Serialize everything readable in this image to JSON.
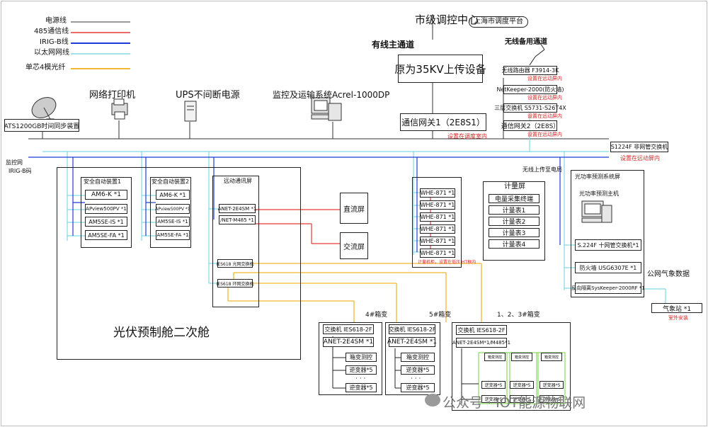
{
  "legend": {
    "items": [
      {
        "label": "电源线",
        "color": "#333333"
      },
      {
        "label": "485通信线",
        "color": "#e53935"
      },
      {
        "label": "IRIG-B线",
        "color": "#1f3bd6"
      },
      {
        "label": "以太网网线",
        "color": "#7fd9e6"
      },
      {
        "label": "单芯4模光纤",
        "color": "#f2b632"
      }
    ]
  },
  "top": {
    "dispatch_center": "市级调控中心",
    "dispatch_platform": "上海市调度平台",
    "wired_channel": "有线主通道",
    "wireless_channel": "无线备用通道",
    "upload_device": "原为35KV上传设备",
    "gateway1": "通信网关1（2E8S1）",
    "gateway1_note": "设置在调度室内",
    "wireless_router": "无线路由器 F3914-3K",
    "netkeeper": "NetKeeper-2000(防火墙)",
    "l3_switch": "三层交换机 S5731-S26T4X",
    "l3_note": "设置在远动屏内",
    "gateway2": "通信网关2（2E8S）",
    "gateway2_note": "设置在远动屏内",
    "router_note": "设置在远动屏内",
    "netkeeper_note": "设置在远动屏内"
  },
  "devices": {
    "printer": "网络打印机",
    "ups": "UPS不间断电源",
    "monitor_system": "监控及运输系统Acrel-1000DP",
    "time_sync": "ATS1200GB时间同步装置",
    "irig_label1": "监控网",
    "irig_label2": "IRIG-B码",
    "s224f": "S1224F 非网管交换机",
    "s224f_note": "设置在远动屏内"
  },
  "cabinet": {
    "title": "光伏预制舱二次舱"
  },
  "safety1": {
    "title": "安全自动装置1",
    "items": [
      "AM6-K *1",
      "APview500PV *1",
      "AM5SE-IS *1",
      "AM5SE-FA *1"
    ]
  },
  "safety2": {
    "title": "安全自动装置2",
    "items": [
      "AM6-K *1",
      "APview500PV *1",
      "AM5SE-IS *1",
      "AM5SE-FA *1"
    ]
  },
  "remote": {
    "title": "远动通讯屏",
    "items": [
      "ANET-2E4SM *1",
      "/NET-M485 *1"
    ],
    "switch1": "IES618 光网交换机",
    "switch2": "IES618 环网交换机"
  },
  "screens": {
    "dc": "直流屏",
    "ac": "交流屏"
  },
  "whe": {
    "items": [
      "WHE-871 *1",
      "WHE-871 *1",
      "WHE-871 *1",
      "WHE-871 *1",
      "WHE-871 *1",
      "WHE-871 *1"
    ],
    "note": "计量机柜，设置在低压 HT框内"
  },
  "meter": {
    "upload_note": "无线上传至电局",
    "title": "计量屏",
    "items": [
      "电量采集终端",
      "计量表1",
      "计量表2",
      "计量表3",
      "计量表4"
    ]
  },
  "power_prediction": {
    "title": "光功率预测系统屏",
    "host": "光功率预测主机",
    "items": [
      "S.224F 十网管交换机*1",
      "防火墙 USG6307E *1",
      "反向隔离SysKeeper-2000RF *1"
    ],
    "weather_data": "公网气象数据",
    "weather_station": "气象站 *1",
    "weather_note": "室外安装"
  },
  "box_sub_4": {
    "title": "4#箱变",
    "switch": "交换机 IES618-2F",
    "anet": "ANET-2E4SM *1",
    "ctrl": "箱变测控",
    "inv1": "逆变器*5",
    "dots": "· · ·",
    "inv2": "逆变器*5"
  },
  "box_sub_5": {
    "title": "5#箱变",
    "switch": "交换机 IES618-2F",
    "anet": "ANET-2E4SM *1",
    "ctrl": "箱变测控",
    "inv1": "逆变器*5",
    "dots": "· · ·",
    "inv2": "逆变器*5"
  },
  "box_sub_123": {
    "title": "1、2、3#箱变",
    "switch": "交换机 IES618-2F",
    "anet": "ANET-2E4SM*1/M485*1",
    "ctrls": [
      "箱变测控",
      "箱变测控",
      "箱变测控"
    ],
    "invs": [
      "逆变器*5",
      "逆变器*5",
      "逆变器*5",
      "逆变器*5",
      "逆变器*5",
      "逆变器*5"
    ]
  },
  "watermark": "公众号 · IOT能源物联网"
}
